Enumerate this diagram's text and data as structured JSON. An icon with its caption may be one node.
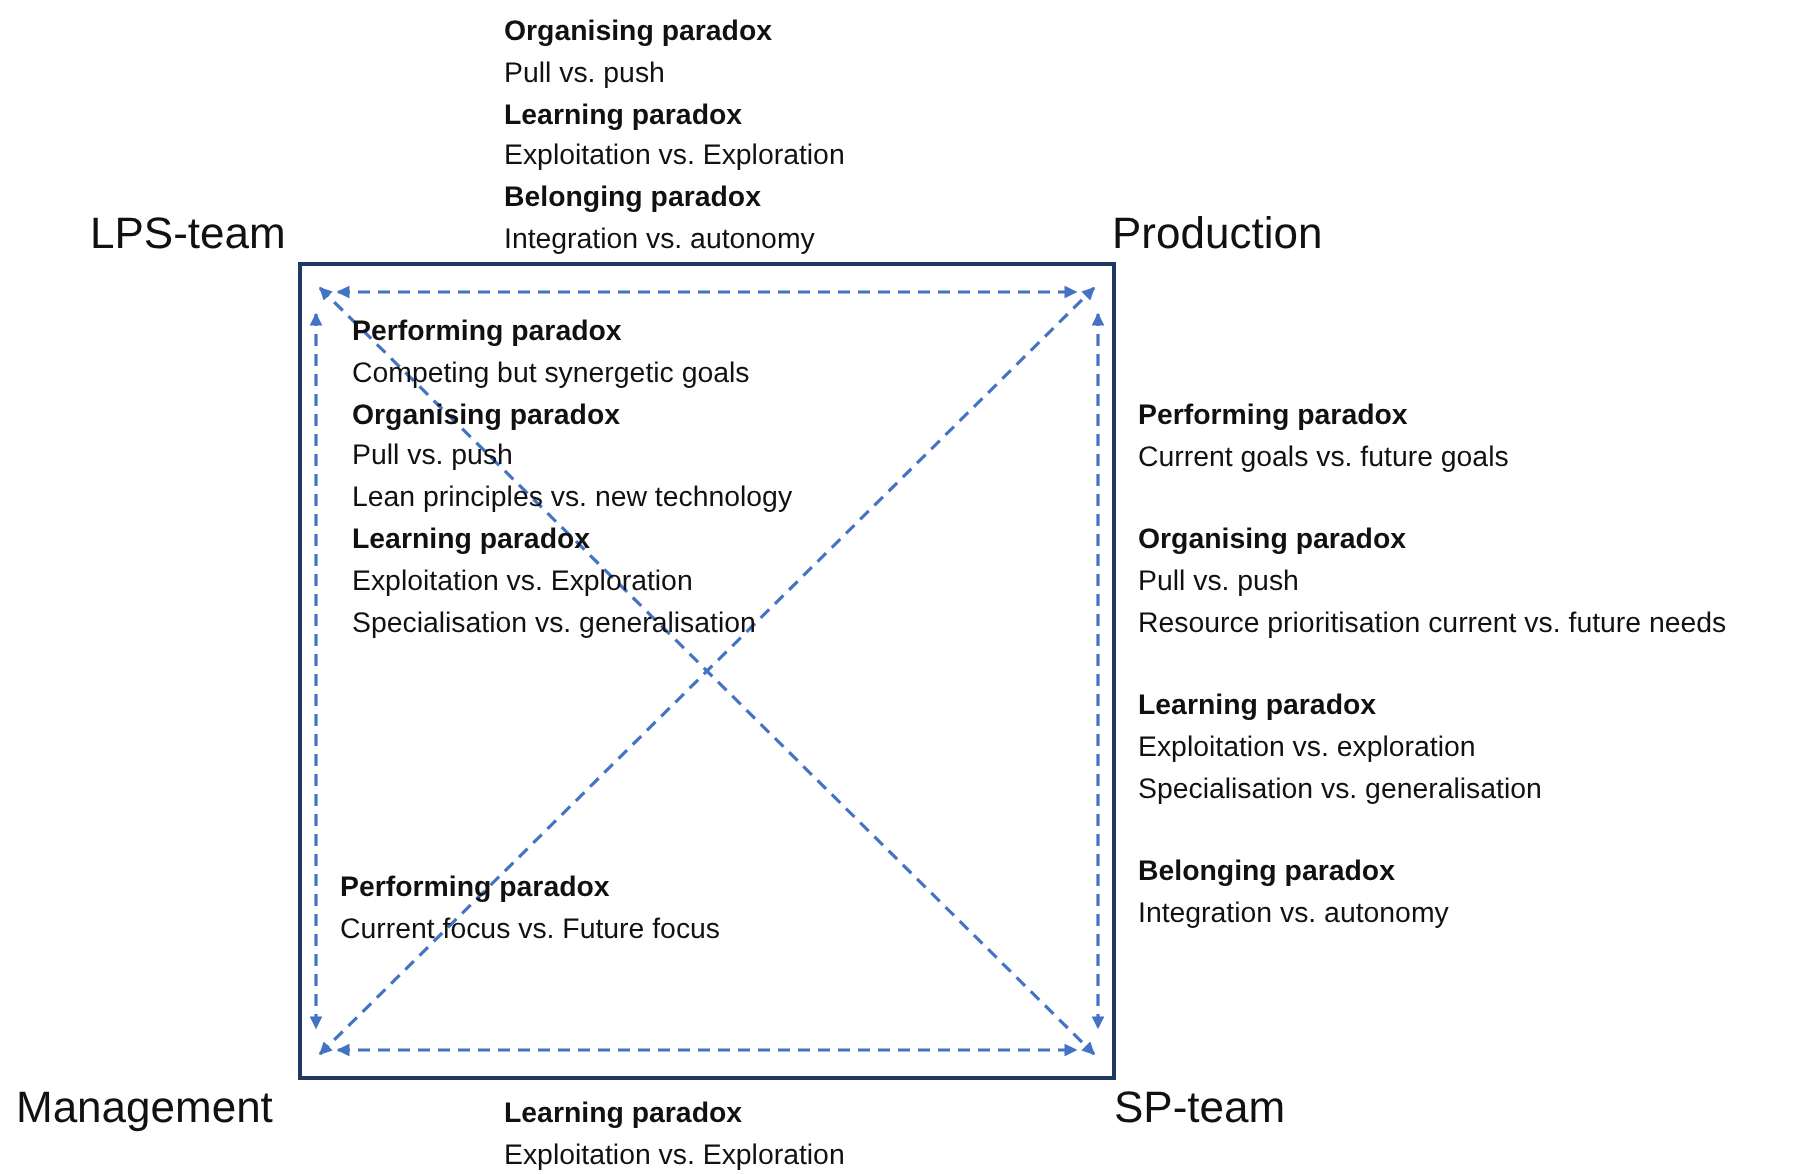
{
  "diagram": {
    "nodes": [
      {
        "text": [
          "LPS-team"
        ]
      },
      {
        "text": [
          "Production"
        ]
      },
      {
        "text": [
          "Management"
        ]
      },
      {
        "text": [
          "SP-team"
        ]
      }
    ],
    "edges": [
      {
        "from": 0,
        "to": 1,
        "arrow": "both",
        "style": "dashed"
      },
      {
        "from": 0,
        "to": 2,
        "arrow": "both",
        "style": "dashed"
      },
      {
        "from": 1,
        "to": 3,
        "arrow": "both",
        "style": "dashed"
      },
      {
        "from": 2,
        "to": 3,
        "arrow": "both",
        "style": "dashed"
      },
      {
        "from": 0,
        "to": 3,
        "arrow": "both",
        "style": "dashed"
      },
      {
        "from": 2,
        "to": 1,
        "arrow": "both",
        "style": "dashed"
      }
    ],
    "labels": [
      "Organising paradox",
      "Pull vs. push",
      "Learning paradox",
      "Exploitation vs. Exploration",
      "Belonging paradox",
      "Integration vs. autonomy",
      "Performing paradox",
      "Competing but synergetic goals",
      "Organising paradox",
      "Pull vs. push",
      "Lean principles vs. new technology",
      "Learning paradox",
      "Exploitation vs. Exploration",
      "Specialisation vs. generalisation",
      "Performing paradox",
      "Current goals vs. future goals",
      "Organising paradox",
      "Pull vs. push",
      "Resource prioritisation current vs. future needs",
      "Learning paradox",
      "Exploitation vs. exploration",
      "Specialisation vs. generalisation",
      "Belonging paradox",
      "Integration vs. autonomy",
      "Performing paradox",
      "Current focus vs. Future focus",
      "Learning paradox",
      "Exploitation vs. Exploration"
    ]
  }
}
